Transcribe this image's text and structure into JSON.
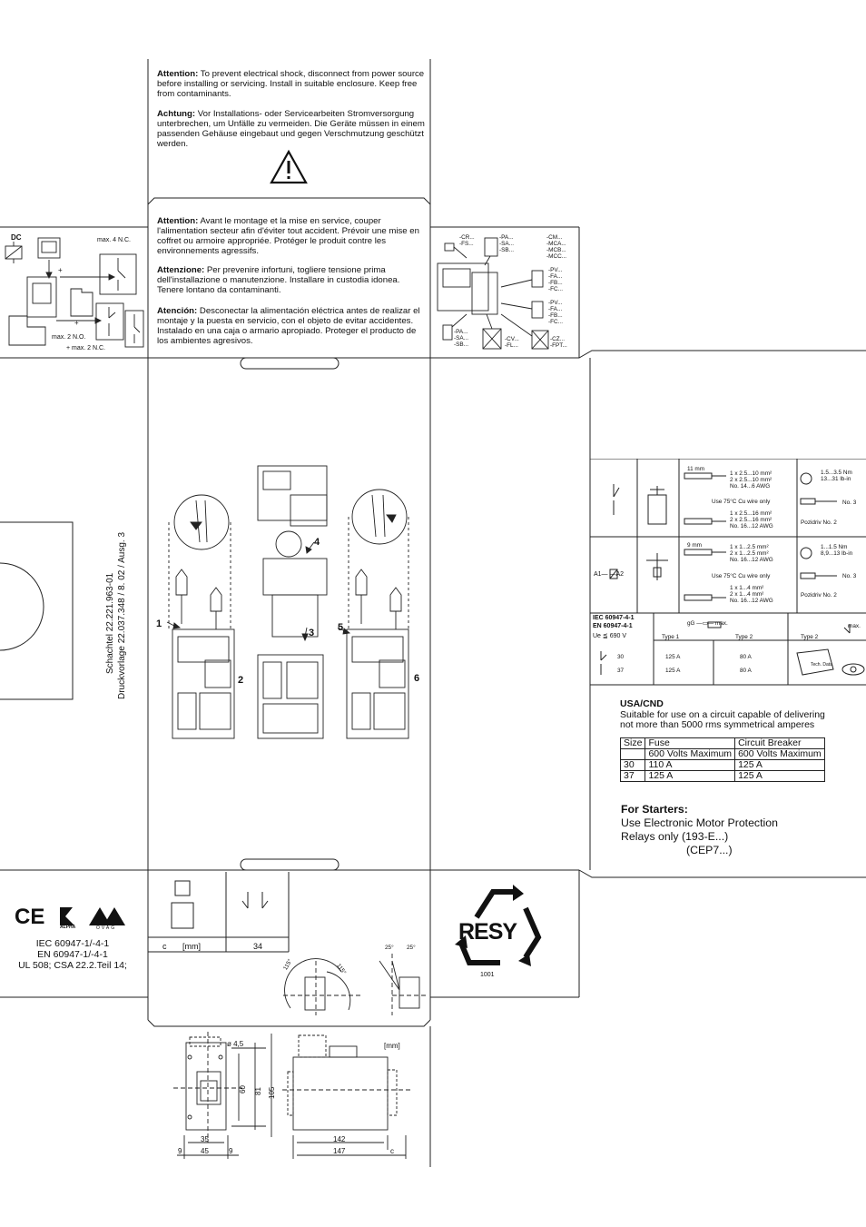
{
  "warnings": {
    "en_label": "Attention:",
    "en_text": "To prevent electrical shock, disconnect from power source before installing or servicing. Install in suitable enclosure. Keep free from contaminants.",
    "de_label": "Achtung:",
    "de_text": "Vor Installations- oder Servicearbeiten Stromversorgung unterbrechen, um Unfälle zu vermeiden. Die Geräte müssen in einem passenden Gehäuse eingebaut und gegen Verschmutzung geschützt werden.",
    "fr_label": "Attention:",
    "fr_text": "Avant le montage et la mise en service, couper l'alimentation secteur afin d'éviter tout accident. Prévoir une mise en coffret ou armoire appropriée. Protéger le produit contre les environnements agressifs.",
    "it_label": "Attenzione:",
    "it_text": "Per prevenire infortuni, togliere tensione prima dell'installazione o manutenzione. Installare in custodia idonea. Tenere lontano da contaminanti.",
    "es_label": "Atención:",
    "es_text": "Desconectar la alimentación eléctrica antes de realizar el montaje y la puesta en servicio, con el objeto de evitar accidentes. Instalado en una caja o armario apropiado. Proteger el producto de los ambientes agresivos."
  },
  "dc_panel": {
    "dc": "DC",
    "max4": "max. 4 N.C.",
    "max2no": "max. 2 N.O.",
    "max2nc": "+ max. 2 N.C."
  },
  "accessories": {
    "g1": "-CR...\n-FS...",
    "g2": "-PA...\n-SA...\n-SB...",
    "g3": "-CM...\n-MCA...\n-MCB...\n-MCC...",
    "g4": "-PV...\n-FA...\n-FB...\n-FC...",
    "g5": "-PV...\n-FA...\n-FB...\n-FC...",
    "g6": "-PA...\n-SA...\n-SB...",
    "g7": "-CV...\n-FL...",
    "g8": "-CZ...\n-FPT..."
  },
  "side_text": {
    "line1": "Schachtel 22.221.963-01",
    "line2": "Druckvorlage 22.037.348 / 8. 02 / Ausg. 3"
  },
  "assembly": {
    "s1": "1",
    "s2": "2",
    "s3": "3",
    "s4": "4",
    "s5": "5",
    "s6": "6"
  },
  "wiring": {
    "row1_strip": "11 mm",
    "row1_a": "1 x 2.5...10 mm²\n2 x 2.5...10 mm²\nNo. 14...6 AWG",
    "row1_use": "Use 75°C Cu wire only",
    "row1_b": "1 x 2.5...16 mm²\n2 x 2.5...16 mm²\nNo. 16...12 AWG",
    "row1_torque": "1.5...3.5 Nm\n13...31 lb-in",
    "row1_no": "No. 3",
    "row1_poz": "Pozidriv No. 2",
    "row2_strip": "9 mm",
    "row2_a": "1 x 1...2.5 mm²\n2 x 1...2.5 mm²\nNo. 16...12 AWG",
    "row2_use": "Use 75°C Cu wire only",
    "row2_b": "1 x 1...4 mm²\n2 x 1...4 mm²\nNo. 16...12 AWG",
    "row2_torque": "1...1.5 Nm\n8,9...13 lb-in",
    "row2_no": "No. 3",
    "row2_poz": "Pozidriv No. 2",
    "coil": "A1— —A2",
    "std1": "IEC 60947-4-1",
    "std2": "EN 60947-4-1",
    "ue": "Ue ≦ 690 V",
    "gg": "gG —▭— max.",
    "type1": "Type  1",
    "type2": "Type  2",
    "type2b": "Type  2",
    "max": "max.",
    "r1_size": "30",
    "r1_t1": "125 A",
    "r1_t2": "80 A",
    "r2_size": "37",
    "r2_t1": "125 A",
    "r2_t2": "80 A",
    "tech": "Tech. Data"
  },
  "usa": {
    "title": "USA/CND",
    "line1": "Suitable for use on a circuit capable of delivering",
    "line2": "not more than 5000 rms symmetrical amperes",
    "headers": [
      "Size",
      "Fuse",
      "Circuit Breaker"
    ],
    "subheaders": [
      "",
      "600 Volts Maximum",
      "600 Volts Maximum"
    ],
    "rows": [
      [
        "30",
        "110 A",
        "125 A"
      ],
      [
        "37",
        "125 A",
        "125 A"
      ]
    ]
  },
  "starters": {
    "title": "For Starters:",
    "line1": "Use Electronic Motor Protection",
    "line2": "Relays only (193-E...)",
    "line3": "(CEP7...)"
  },
  "certs": {
    "alpha": "ALPHA",
    "ovag": "ÖVAG",
    "l1": "IEC 60947-1/-4-1",
    "l2": "EN 60947-1/-4-1",
    "l3": "UL 508; CSA 22.2.Teil 14;"
  },
  "dimension_c": {
    "c": "c",
    "mm": "[mm]",
    "val": "34"
  },
  "mount_angles": {
    "a1": "115°",
    "a2": "115°",
    "a3": "25°",
    "a4": "25°"
  },
  "recycle": {
    "brand": "RESY",
    "code": "1001"
  },
  "dimensions": {
    "hole": "ø 4,5",
    "mm": "[mm]",
    "d60": "60",
    "d81": "81",
    "d105": "105",
    "d35": "35",
    "d45": "45",
    "d9a": "9",
    "d9b": "9",
    "d142": "142",
    "d147": "147",
    "dc": "c"
  }
}
